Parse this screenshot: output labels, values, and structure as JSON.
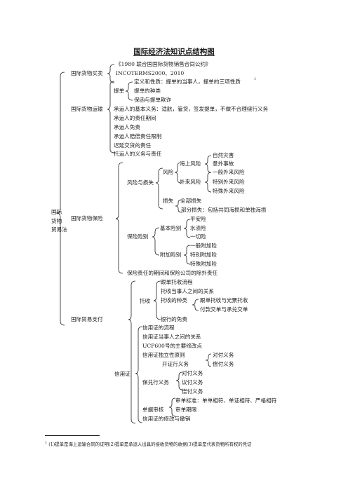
{
  "title": "国际经济法知识点结构图",
  "root": [
    "国际",
    "货物",
    "贸易法"
  ],
  "l1": {
    "sale": "国际货物买卖",
    "transport": "国际货物运输",
    "insurance": "国际货物保险",
    "payment": "国际贸易支付"
  },
  "sale": [
    "《1980 联合国国际货物销售合同公约》",
    "INCOTERMS2000、2010"
  ],
  "transport": {
    "bl": "提单",
    "bl_items": [
      "定义和性质：提单的当事人，提单的三项性质",
      "提单的种类",
      "保函与提单欺诈"
    ],
    "items": [
      "承运人的基本义务：适航，管货，签发提单，不做不合理绕行义务",
      "承运人的责任期间",
      "承运人免责",
      "承运人赔偿责任限制",
      "迟延交货的责任",
      "托运人的义务与责任"
    ]
  },
  "insurance": {
    "risk_loss": "风险与损失",
    "risk": "风险",
    "maritime": "海上风险",
    "maritime_items": [
      "自然灾害",
      "意外事故"
    ],
    "external": "外来风险",
    "external_items": [
      "一般外来风险",
      "特别外来风险",
      "特殊外来风险"
    ],
    "loss": "损失",
    "loss_items": [
      "全部损失",
      "部分损失：包括共同海损和单独海损"
    ],
    "coverage": "保险险别",
    "basic": "基本险别",
    "basic_items": [
      "平安险",
      "水渍险",
      "一切险"
    ],
    "additional": "附加险别",
    "additional_items": [
      "一般附加险",
      "特别附加险",
      "特殊附加险"
    ],
    "period": "保险责任的期间和保险公司的除外责任"
  },
  "payment": {
    "collection": "托收",
    "collection_items": [
      "跟单托收流程",
      "托收当事人之间的关系"
    ],
    "types": "托收的种类",
    "type_items": [
      "跟单托收与光票托收",
      "付款交单与承兑交单"
    ],
    "bank": "银行的免责",
    "lc": "信用证",
    "lc_items": [
      "信用证的流程",
      "信用证当事人之间的关系",
      "UCP600号的主要修改点"
    ],
    "independence": "信用证独立性原则",
    "independence_b": "开证行义务",
    "payment_ob": "对付义务",
    "payment_ob_b": "偿付义务",
    "confirm": "保兑行义务",
    "confirm_items": [
      "对付义务",
      "议付义务",
      "偿付义务"
    ],
    "standard": "审单标准：单单相符、单证相符、严格相符",
    "review": "单据审核",
    "period": "审单期限",
    "amend": "信用证的修改与撤销"
  },
  "footnote": {
    "mark": "1",
    "text": "(1)提单是海上运输合同的证明(2)提单是承运人出具的接收货物的收据(3)提单是代表货物所有权的凭证"
  }
}
